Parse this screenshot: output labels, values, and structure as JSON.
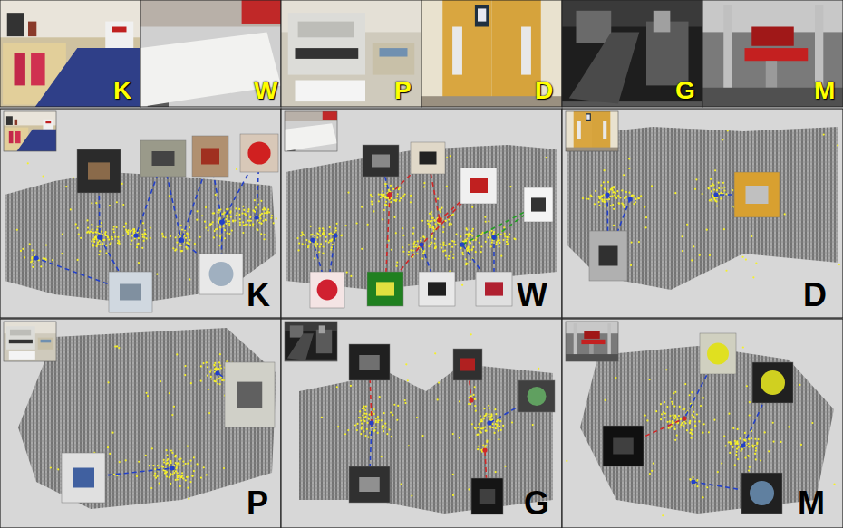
{
  "diagram": {
    "labels": [
      "K",
      "W",
      "P",
      "D",
      "G",
      "M",
      "K",
      "W",
      "D",
      "P",
      "G",
      "M"
    ]
  }
}
